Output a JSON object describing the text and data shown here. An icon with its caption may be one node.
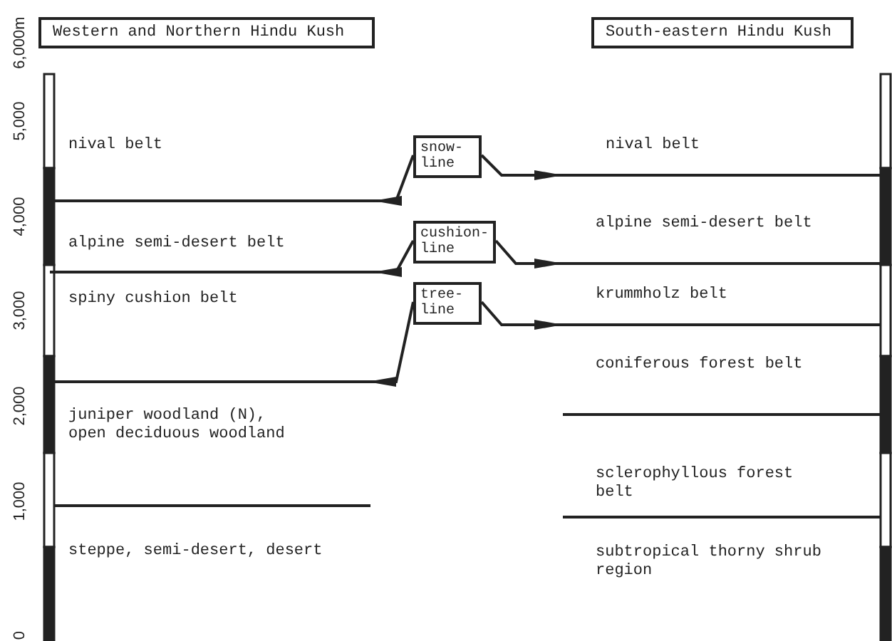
{
  "diagram": {
    "nodes": [
      {
        "text": [
          "Western and Northern Hindu Kush"
        ]
      },
      {
        "text": [
          "South-eastern Hindu Kush"
        ]
      },
      {
        "text": [
          "snow- line"
        ]
      },
      {
        "text": [],
        "shape": "line"
      },
      {
        "text": [],
        "shape": "line"
      },
      {
        "text": [
          "cushion- line"
        ]
      },
      {
        "text": [],
        "shape": "line"
      },
      {
        "text": [],
        "shape": "line"
      },
      {
        "text": [
          "tree- line"
        ]
      },
      {
        "text": [],
        "shape": "line"
      },
      {
        "text": [],
        "shape": "line"
      }
    ],
    "edges": [
      {
        "from": 2,
        "to": 3,
        "arrow": "to"
      },
      {
        "from": 2,
        "to": 4,
        "arrow": "to"
      },
      {
        "from": 5,
        "to": 6,
        "arrow": "to"
      },
      {
        "from": 5,
        "to": 7,
        "arrow": "to"
      },
      {
        "from": 8,
        "to": 9,
        "arrow": "to"
      },
      {
        "from": 8,
        "to": 10,
        "arrow": "to"
      }
    ],
    "labels": [
      "6,000m",
      "5,000",
      "4,000",
      "3,000",
      "2,000",
      "1,000",
      "0",
      "nival belt",
      "nival belt",
      "alpine semi-desert belt",
      "alpine semi-desert belt",
      "spiny cushion belt",
      "krummholz belt",
      "coniferous forest belt",
      "juniper woodland (N), open deciduous woodland",
      "sclerophyllous forest belt",
      "steppe, semi-desert, desert",
      "subtropical thorny shrub region"
    ]
  }
}
